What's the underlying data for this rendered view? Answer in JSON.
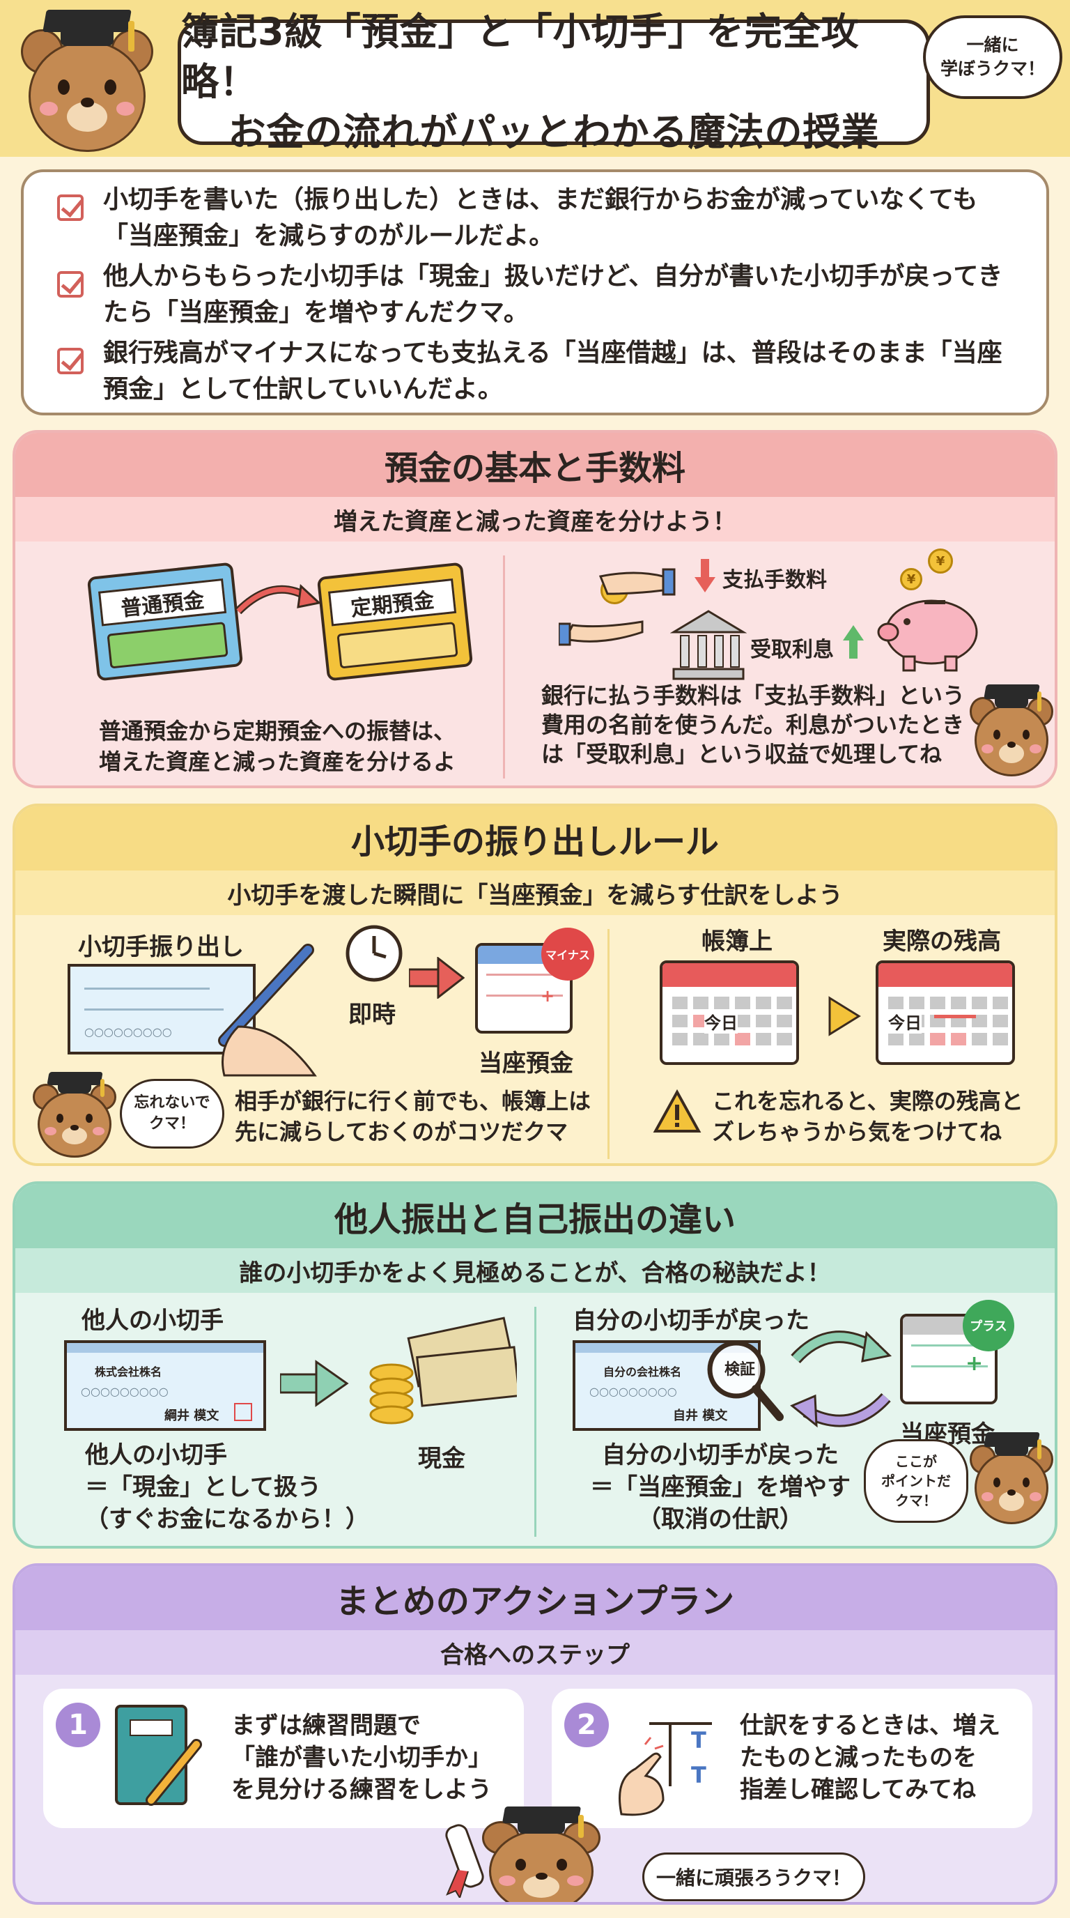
{
  "header": {
    "title_line1": "簿記3級「預金」と「小切手」を完全攻略！",
    "title_line2": "お金の流れがパッとわかる魔法の授業",
    "bubble_line1": "一緒に",
    "bubble_line2": "学ぼうクマ！"
  },
  "checklist": [
    {
      "line1": "小切手を書いた（振り出した）ときは、まだ銀行からお金が減っていなくても",
      "line2": "「当座預金」を減らすのがルールだよ。"
    },
    {
      "line1": "他人からもらった小切手は「現金」扱いだけど、自分が書いた小切手が戻ってき",
      "line2": "たら「当座預金」を増やすんだクマ。"
    },
    {
      "line1": "銀行残高がマイナスになっても支払える「当座借越」は、普段はそのまま「当座",
      "line2": "預金」として仕訳していいんだよ。"
    }
  ],
  "section1": {
    "title": "預金の基本と手数料",
    "subtitle": "増えた資産と減った資産を分けよう！",
    "passbook_left": "普通預金",
    "passbook_right": "定期預金",
    "left_text1": "普通預金から定期預金への振替は、",
    "left_text2": "増えた資産と減った資産を分けるよ",
    "fee_label": "支払手数料",
    "interest_label": "受取利息",
    "right_text1": "銀行に払う手数料は「支払手数料」という",
    "right_text2": "費用の名前を使うんだ。利息がついたとき",
    "right_text3": "は「受取利息」という収益で処理してね"
  },
  "section2": {
    "title": "小切手の振り出しルール",
    "subtitle": "小切手を渡した瞬間に「当座預金」を減らす仕訳をしよう",
    "check_label": "小切手振り出し",
    "check_number": "○○○○○○○○○",
    "immediate": "即時",
    "minus_badge": "マイナス",
    "account": "当座預金",
    "bubble1": "忘れないで",
    "bubble2": "クマ！",
    "left_text1": "相手が銀行に行く前でも、帳簿上は",
    "left_text2": "先に減らしておくのがコツだクマ",
    "book_label": "帳簿上",
    "actual_label": "実際の残高",
    "today": "今日",
    "warn_text1": "これを忘れると、実際の残高と",
    "warn_text2": "ズレちゃうから気をつけてね"
  },
  "section3": {
    "title": "他人振出と自己振出の違い",
    "subtitle": "誰の小切手かをよく見極めることが、合格の秘訣だよ！",
    "others_label": "他人の小切手",
    "others_company": "株式会社株名",
    "others_signer": "綱井 模文",
    "check_number": "○○○○○○○○○",
    "cash_label": "現金",
    "others_text1": "他人の小切手",
    "others_text2": "＝「現金」として扱う",
    "others_text3": "（すぐお金になるから！）",
    "own_label": "自分の小切手が戻った",
    "own_company": "自分の会社株名",
    "own_signer": "自井 模文",
    "inspect": "検証",
    "plus_badge": "プラス",
    "account": "当座預金",
    "own_text1": "自分の小切手が戻った",
    "own_text2": "＝「当座預金」を増やす",
    "own_text3": "（取消の仕訳）",
    "bubble1": "ここが",
    "bubble2": "ポイントだ",
    "bubble3": "クマ！"
  },
  "section4": {
    "title": "まとめのアクションプラン",
    "subtitle": "合格へのステップ",
    "step1_num": "1",
    "step1_text1": "まずは練習問題で",
    "step1_text2": "「誰が書いた小切手か」",
    "step1_text3": "を見分ける練習をしよう",
    "step2_num": "2",
    "step2_t": "T",
    "step2_text1": "仕訳をするときは、増え",
    "step2_text2": "たものと減ったものを",
    "step2_text3": "指差し確認してみてね",
    "bubble": "一緒に頑張ろうクマ！"
  },
  "colors": {
    "pink": "#f3b0ae",
    "yellow": "#f7dc85",
    "green": "#9ad7bd",
    "purple": "#c7aee7",
    "check_red": "#d2605a"
  }
}
